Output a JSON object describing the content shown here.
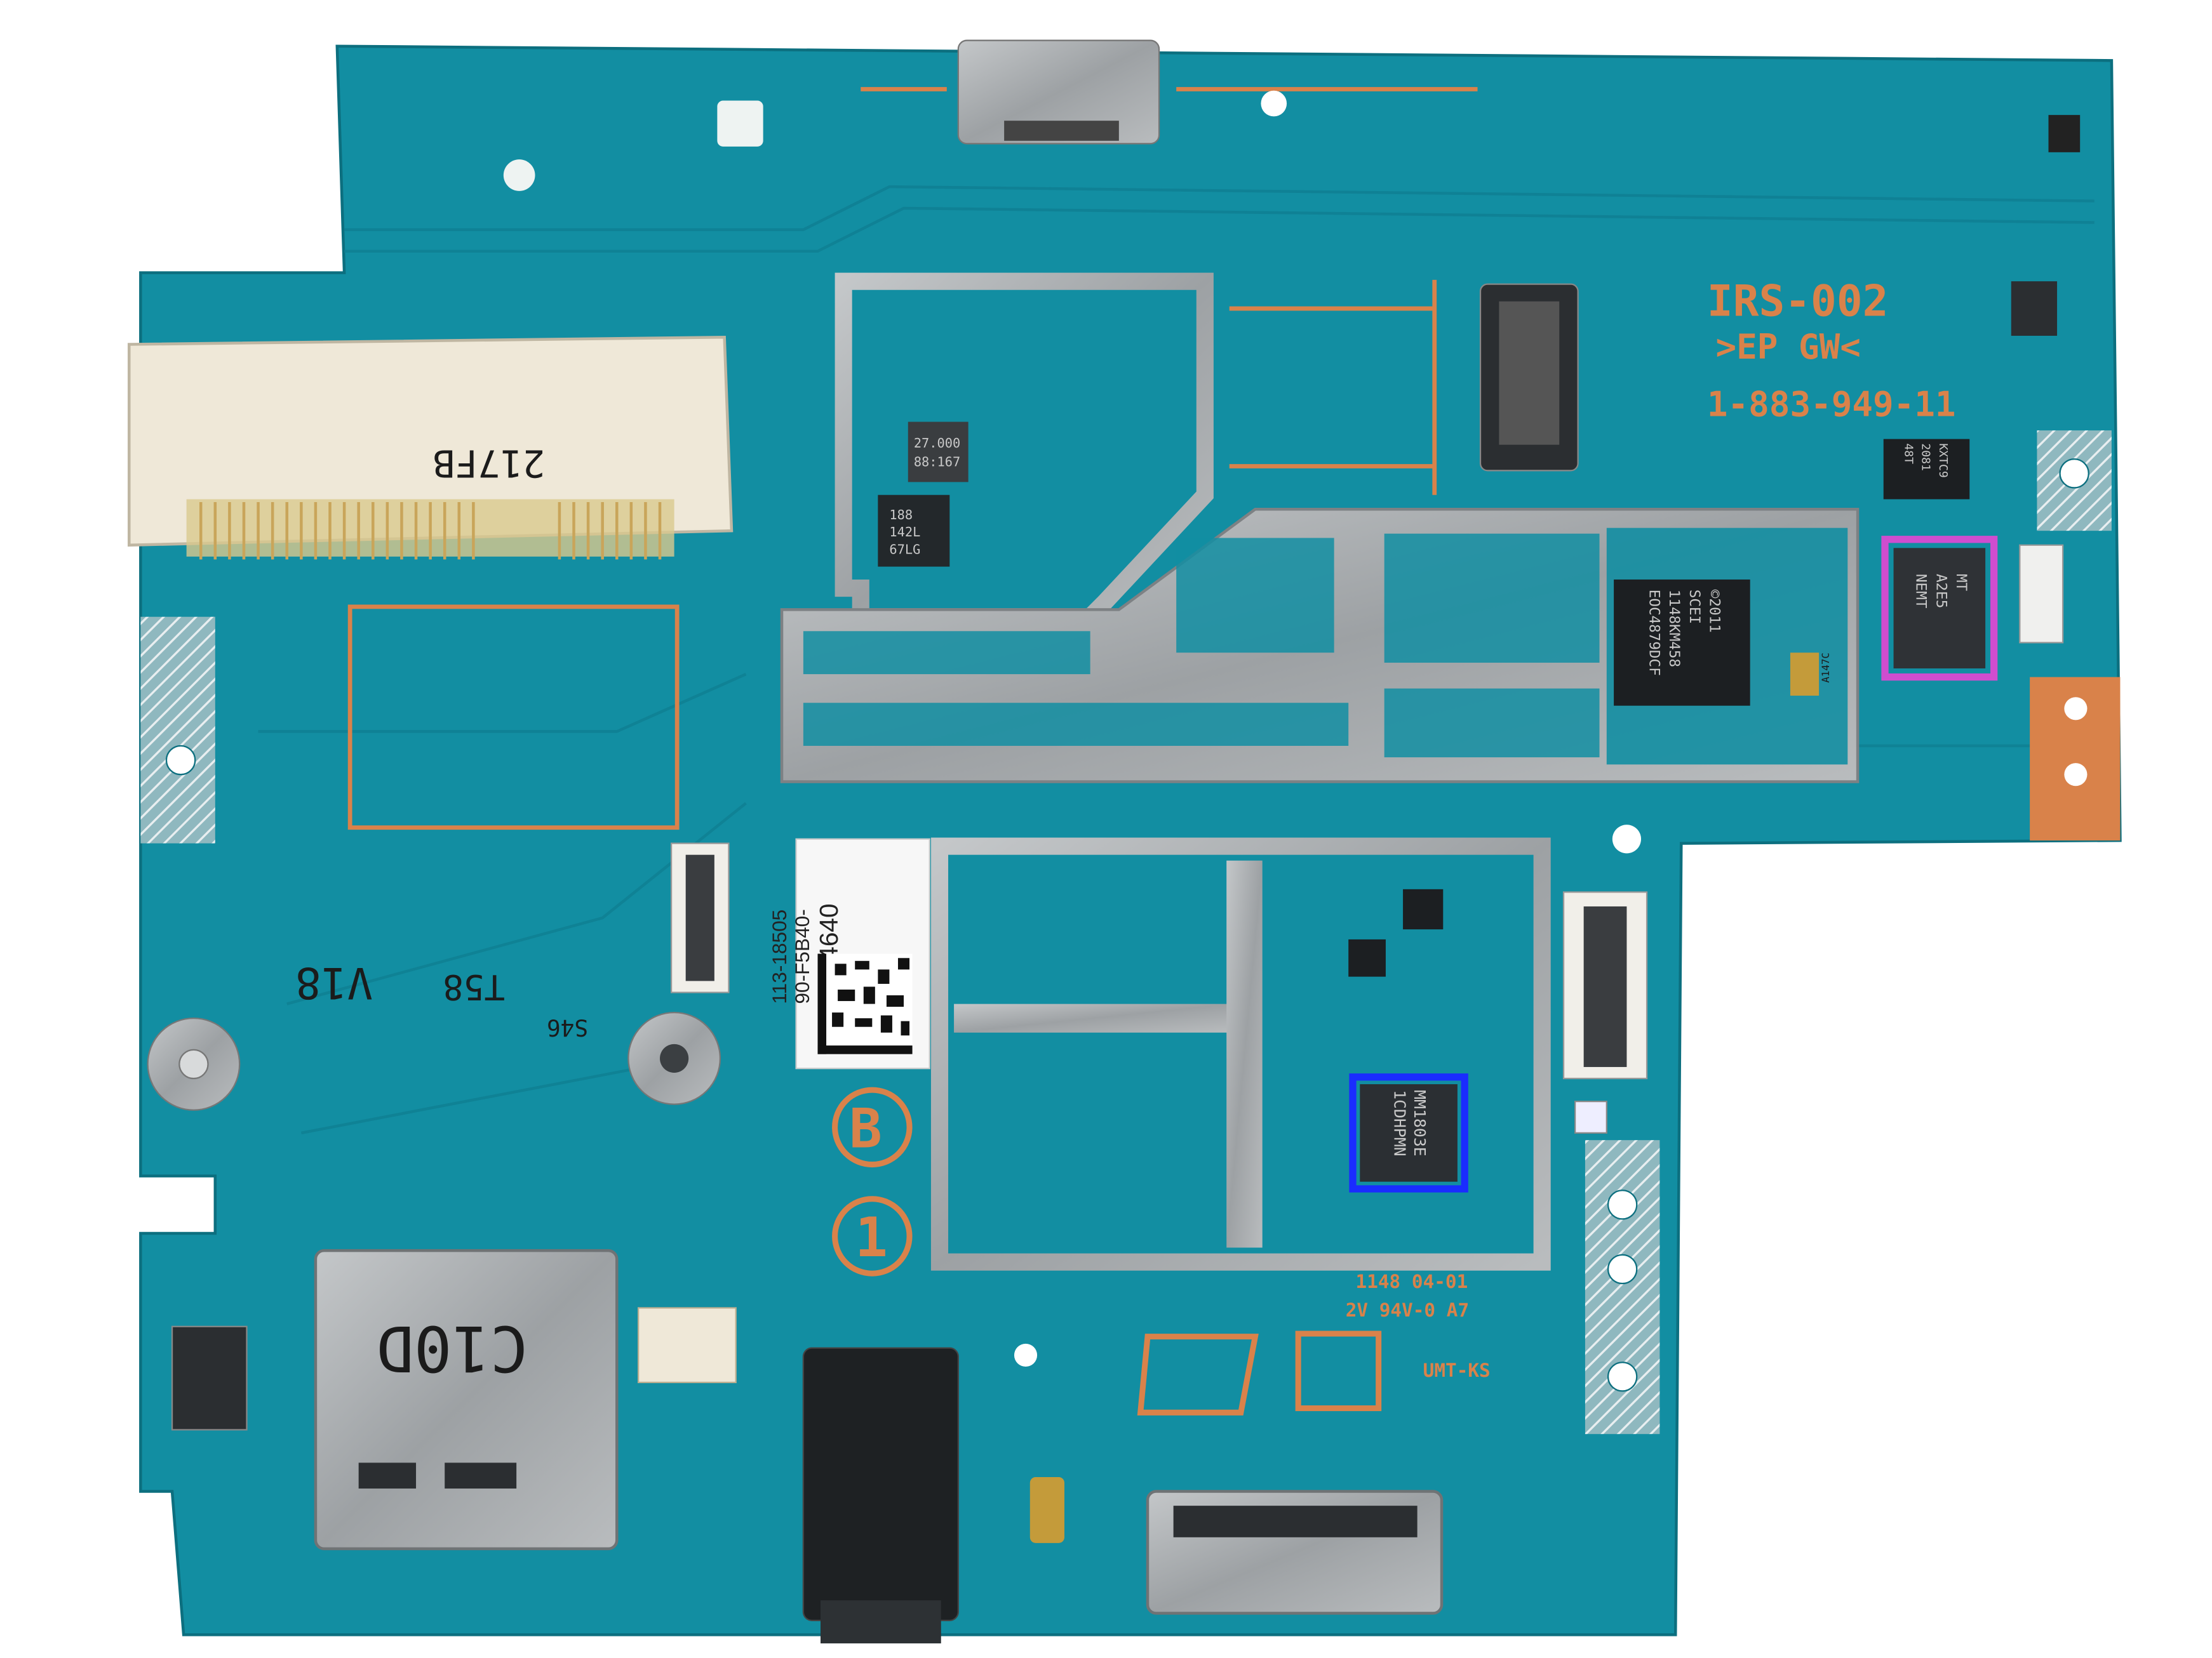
{
  "board": {
    "model": "IRS-002",
    "sub_label": ">EP GW<",
    "part_number": "1-883-949-11",
    "letter_mark": "B",
    "number_mark": "1",
    "date_code": "1148  04-01",
    "rating": "2V  94V-0  A7",
    "maker": "UMT-KS",
    "connector_marking": "217FB",
    "card_slot_marking": "C10D",
    "handwritten": [
      "V18",
      "T58",
      "S46"
    ]
  },
  "sticker": {
    "line1": "113-18505",
    "line2": "90-F5B40-",
    "line3": "2404640"
  },
  "chips": {
    "main_soc": [
      "©2011",
      "SCEI",
      "1148KM458",
      "EOC4879DCF"
    ],
    "highlighted_purple": [
      "MT",
      "A2E5",
      "NEMT"
    ],
    "highlighted_blue": [
      "MM1803E",
      "1CDHPMN"
    ],
    "small_black": [
      "KXTC9",
      "2081",
      "48T"
    ],
    "small_left": [
      "188",
      "142L",
      "67LG"
    ],
    "crystal": [
      "27.000",
      "88:167"
    ],
    "side_small": "A147C"
  },
  "highlights": {
    "purple": "#cf4dcf",
    "blue": "#1a2cff"
  },
  "colors": {
    "pcb": "#128ea2",
    "copper": "#d9824a",
    "shield": "#a9acae",
    "white_bg": "#ffffff"
  }
}
